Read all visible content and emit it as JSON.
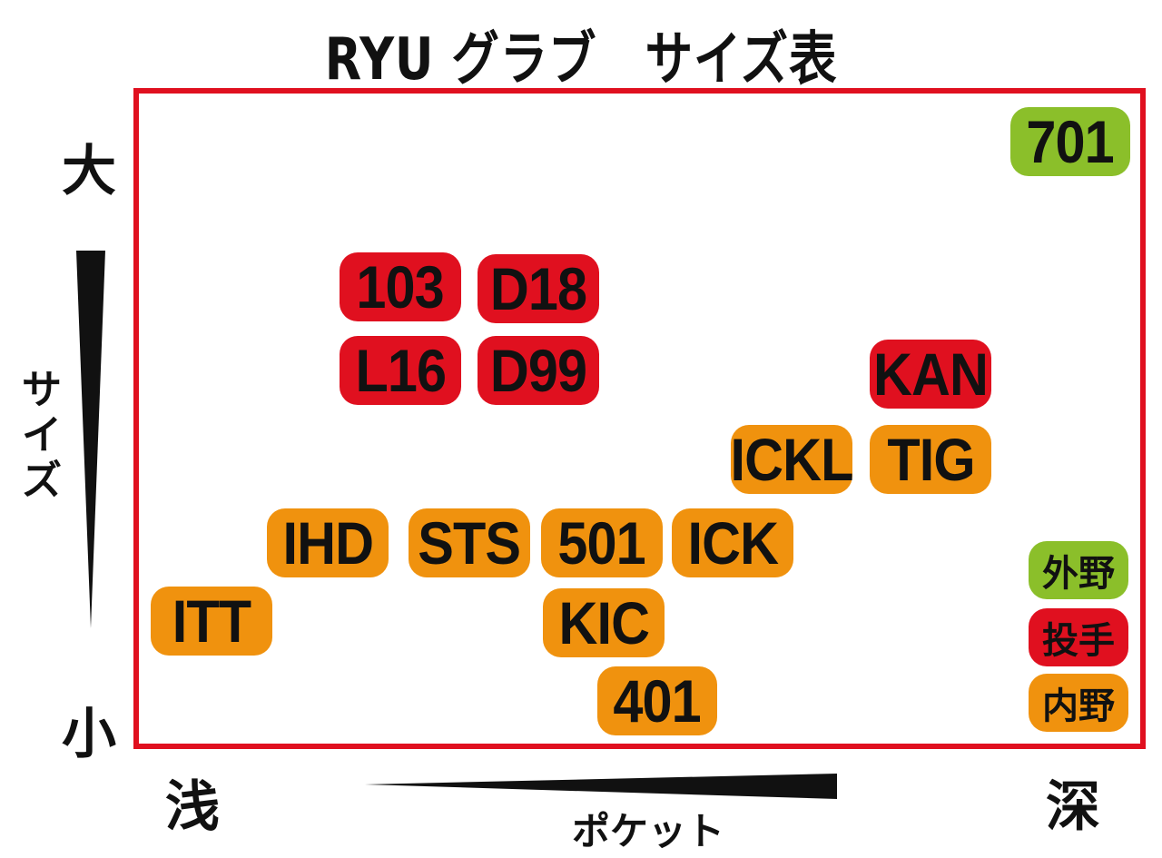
{
  "title": "RYU グラブ　サイズ表",
  "axes": {
    "y_top": "大",
    "y_bottom": "小",
    "y_name": [
      "サ",
      "イ",
      "ズ"
    ],
    "x_left": "浅",
    "x_right": "深",
    "x_name": "ポケット"
  },
  "colors": {
    "frame": "#e0101f",
    "outfield": "#8bbf2a",
    "pitcher": "#e0101f",
    "infield": "#f0920e"
  },
  "legend": {
    "outfield": "外野",
    "pitcher": "投手",
    "infield": "内野"
  },
  "models": [
    {
      "label": "701",
      "category": "outfield"
    },
    {
      "label": "103",
      "category": "pitcher"
    },
    {
      "label": "D18",
      "category": "pitcher"
    },
    {
      "label": "L16",
      "category": "pitcher"
    },
    {
      "label": "D99",
      "category": "pitcher"
    },
    {
      "label": "KAN",
      "category": "pitcher"
    },
    {
      "label": "ICKL",
      "category": "infield"
    },
    {
      "label": "TIG",
      "category": "infield"
    },
    {
      "label": "IHD",
      "category": "infield"
    },
    {
      "label": "STS",
      "category": "infield"
    },
    {
      "label": "501",
      "category": "infield"
    },
    {
      "label": "ICK",
      "category": "infield"
    },
    {
      "label": "ITT",
      "category": "infield"
    },
    {
      "label": "KIC",
      "category": "infield"
    },
    {
      "label": "401",
      "category": "infield"
    }
  ]
}
